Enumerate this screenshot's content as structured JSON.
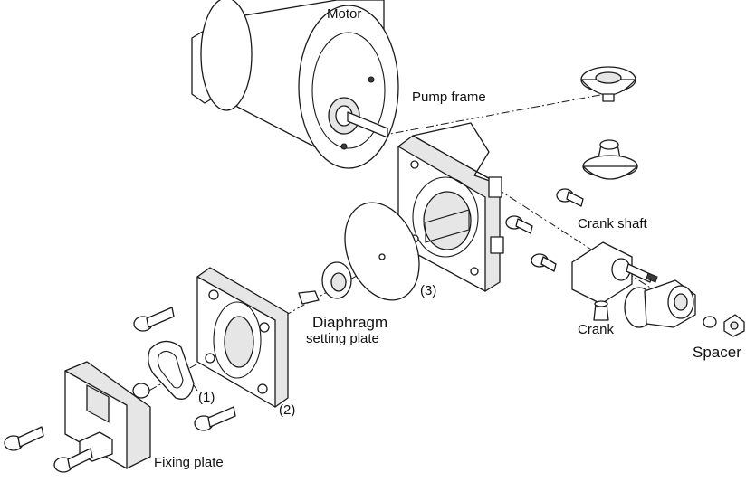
{
  "labels": {
    "motor": "Motor",
    "pump_frame": "Pump frame",
    "crank_shaft": "Crank shaft",
    "crank": "Crank",
    "spacer": "Spacer",
    "diaphragm_setting_plate_line1": "Diaphragm",
    "diaphragm_setting_plate_line2": "setting plate",
    "fixing_plate": "Fixing plate",
    "callout_1": "(1)",
    "callout_2": "(2)",
    "callout_3": "(3)"
  }
}
